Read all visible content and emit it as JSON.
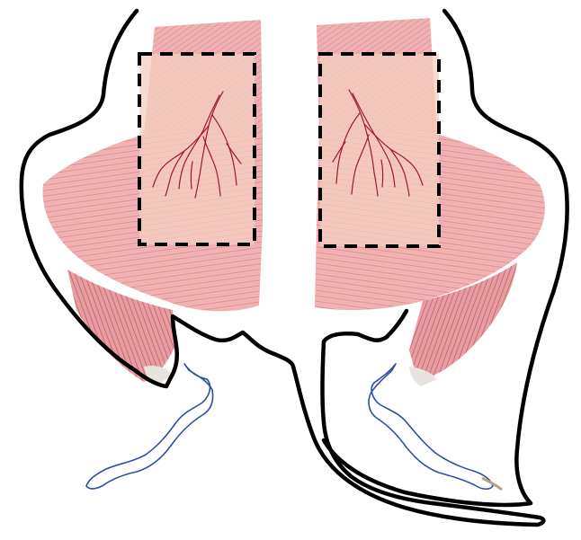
{
  "figure": {
    "palette": {
      "muscle": "#f1b3b3",
      "muscle_dark": "#cf7d82",
      "muscle_fiber": "#b9565e",
      "muscle_light": "#f7d5d2",
      "fascia_box": "#f4cfc0",
      "vessel": "#9b1c24",
      "outline": "#000000",
      "bone_outline": "#2f4fa3",
      "background": "#ffffff"
    },
    "elements": {
      "left_muscle": "pectoralis-muscle-left",
      "right_muscle": "pectoralis-muscle-right",
      "left_region": "dashed-region-left",
      "right_region": "dashed-region-right",
      "left_vessels": "vessel-branches-left",
      "right_vessels": "vessel-branches-right",
      "left_outline": "body-outline-left",
      "right_outline": "body-outline-right",
      "left_bone": "clavicle-outline-left",
      "right_bone": "clavicle-outline-right"
    }
  }
}
